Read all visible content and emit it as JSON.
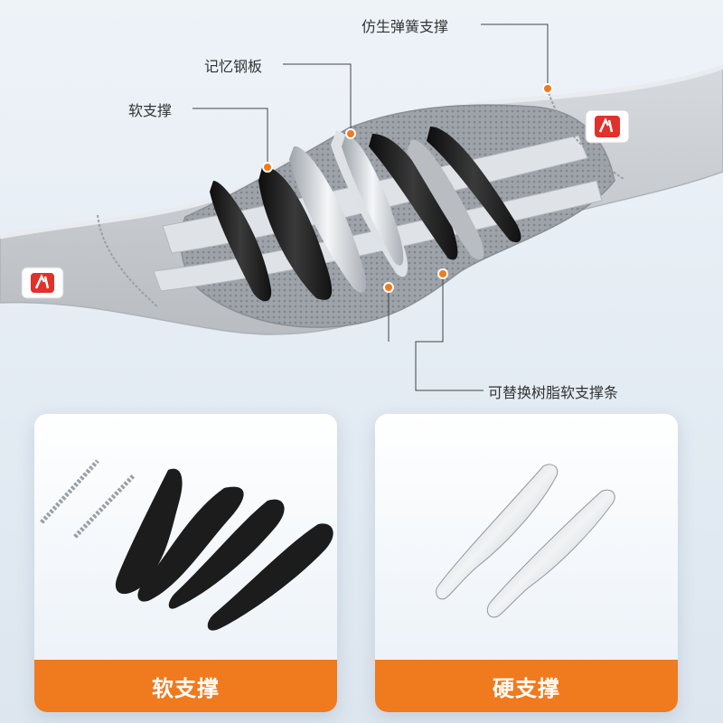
{
  "callouts": {
    "spring": "仿生弹簧支撑",
    "memory_steel": "记忆钢板",
    "soft_support_top": "软支撑",
    "resin_strips": "可替换树脂软支撑条"
  },
  "cards": {
    "soft": {
      "label": "软支撑"
    },
    "hard": {
      "label": "硬支撑"
    }
  },
  "colors": {
    "accent_orange": "#f07a1e",
    "belt_gray": "#c9cdd2",
    "plate_black": "#1a1a1a",
    "logo_red": "#e0312c"
  },
  "icons": [
    "brand-logo-icon",
    "spring-strip-icon",
    "soft-plate-icon",
    "steel-plate-icon"
  ]
}
